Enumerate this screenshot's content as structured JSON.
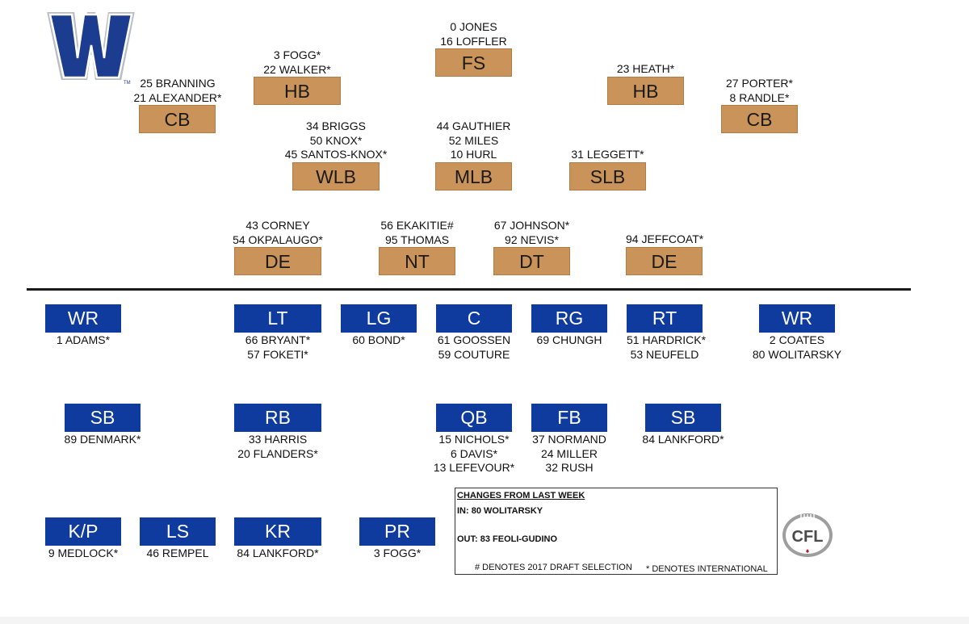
{
  "logo": {
    "letter": "W",
    "tm": "TM"
  },
  "defense": [
    {
      "id": "cb-left",
      "label": "CB",
      "players": [
        "25 BRANNING",
        "21 ALEXANDER*"
      ]
    },
    {
      "id": "hb-left",
      "label": "HB",
      "players": [
        "3 FOGG*",
        "22 WALKER*"
      ]
    },
    {
      "id": "fs",
      "label": "FS",
      "players": [
        "0 JONES",
        "16 LOFFLER"
      ]
    },
    {
      "id": "hb-right",
      "label": "HB",
      "players": [
        "23 HEATH*"
      ]
    },
    {
      "id": "cb-right",
      "label": "CB",
      "players": [
        "27 PORTER*",
        "8 RANDLE*"
      ]
    },
    {
      "id": "wlb",
      "label": "WLB",
      "players": [
        "34 BRIGGS",
        "50 KNOX*",
        "45 SANTOS-KNOX*"
      ]
    },
    {
      "id": "mlb",
      "label": "MLB",
      "players": [
        "44 GAUTHIER",
        "52 MILES",
        "10 HURL"
      ]
    },
    {
      "id": "slb",
      "label": "SLB",
      "players": [
        "31 LEGGETT*"
      ]
    },
    {
      "id": "de-left",
      "label": "DE",
      "players": [
        "43 CORNEY",
        "54 OKPALAUGO*"
      ]
    },
    {
      "id": "nt",
      "label": "NT",
      "players": [
        "56 EKAKITIE#",
        "95 THOMAS"
      ]
    },
    {
      "id": "dt",
      "label": "DT",
      "players": [
        "67 JOHNSON*",
        "92 NEVIS*"
      ]
    },
    {
      "id": "de-right",
      "label": "DE",
      "players": [
        "94 JEFFCOAT*"
      ]
    }
  ],
  "offense": [
    {
      "id": "wr-left",
      "label": "WR",
      "players": [
        "1 ADAMS*"
      ]
    },
    {
      "id": "lt",
      "label": "LT",
      "players": [
        "66 BRYANT*",
        "57 FOKETI*"
      ]
    },
    {
      "id": "lg",
      "label": "LG",
      "players": [
        "60 BOND*"
      ]
    },
    {
      "id": "c",
      "label": "C",
      "players": [
        "61 GOOSSEN",
        "59 COUTURE"
      ]
    },
    {
      "id": "rg",
      "label": "RG",
      "players": [
        "69 CHUNGH"
      ]
    },
    {
      "id": "rt",
      "label": "RT",
      "players": [
        "51 HARDRICK*",
        "53 NEUFELD"
      ]
    },
    {
      "id": "wr-right",
      "label": "WR",
      "players": [
        "2 COATES",
        "80 WOLITARSKY"
      ]
    },
    {
      "id": "sb-left",
      "label": "SB",
      "players": [
        "89 DENMARK*"
      ]
    },
    {
      "id": "rb",
      "label": "RB",
      "players": [
        "33 HARRIS",
        "20 FLANDERS*"
      ]
    },
    {
      "id": "qb",
      "label": "QB",
      "players": [
        "15 NICHOLS*",
        "6 DAVIS*",
        "13 LEFEVOUR*"
      ]
    },
    {
      "id": "fb",
      "label": "FB",
      "players": [
        "37 NORMAND",
        "24 MILLER",
        "32 RUSH"
      ]
    },
    {
      "id": "sb-right",
      "label": "SB",
      "players": [
        "84 LANKFORD*"
      ]
    },
    {
      "id": "kp",
      "label": "K/P",
      "players": [
        "9 MEDLOCK*"
      ]
    },
    {
      "id": "ls",
      "label": "LS",
      "players": [
        "46 REMPEL"
      ]
    },
    {
      "id": "kr",
      "label": "KR",
      "players": [
        "84 LANKFORD*"
      ]
    },
    {
      "id": "pr",
      "label": "PR",
      "players": [
        "3 FOGG*"
      ]
    }
  ],
  "changes": {
    "title": "CHANGES FROM LAST WEEK",
    "in": "IN: 80 WOLITARSKY",
    "out": "OUT: 83 FEOLI-GUDINO",
    "draft_note": "# DENOTES 2017 DRAFT SELECTION",
    "intl_note": "* DENOTES INTERNATIONAL"
  },
  "cfl_logo": {
    "text": "CFL"
  },
  "colors": {
    "defense_box": "#c99359",
    "offense_box": "#0f3b9f",
    "logo_blue": "#1c3d8f"
  }
}
